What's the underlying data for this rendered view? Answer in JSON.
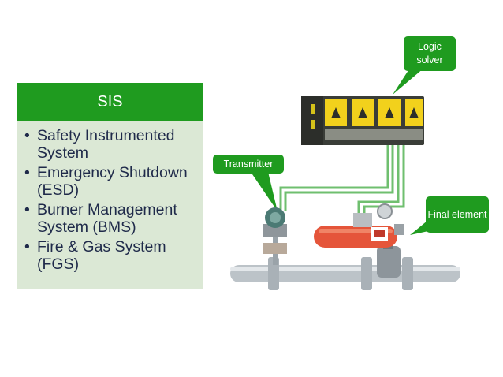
{
  "panel": {
    "title": "SIS",
    "items": [
      "Safety Instrumented System",
      "Emergency Shutdown (ESD)",
      "Burner Management System (BMS)",
      "Fire & Gas System (FGS)"
    ]
  },
  "callouts": {
    "logic_solver": "Logic solver",
    "transmitter": "Transmitter",
    "final_element": "Final element"
  },
  "colors": {
    "accent": "#1f9b1f",
    "panel_bg": "#dbe8d5",
    "text": "#1f2a4a",
    "module": "#f2d11c",
    "actuator": "#e5553a"
  }
}
